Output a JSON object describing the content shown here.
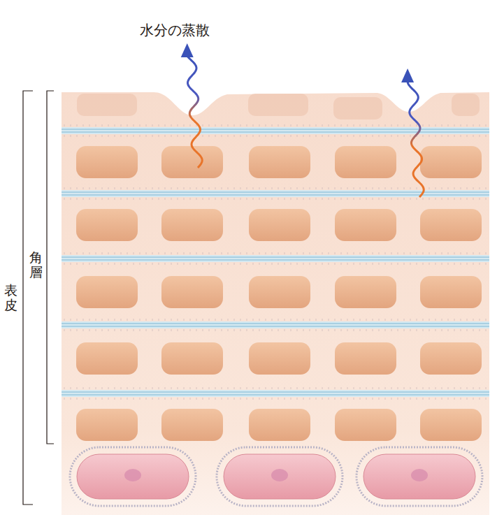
{
  "diagram": {
    "labels": [
      "水分の蒸散",
      "角層",
      "表皮"
    ]
  }
}
